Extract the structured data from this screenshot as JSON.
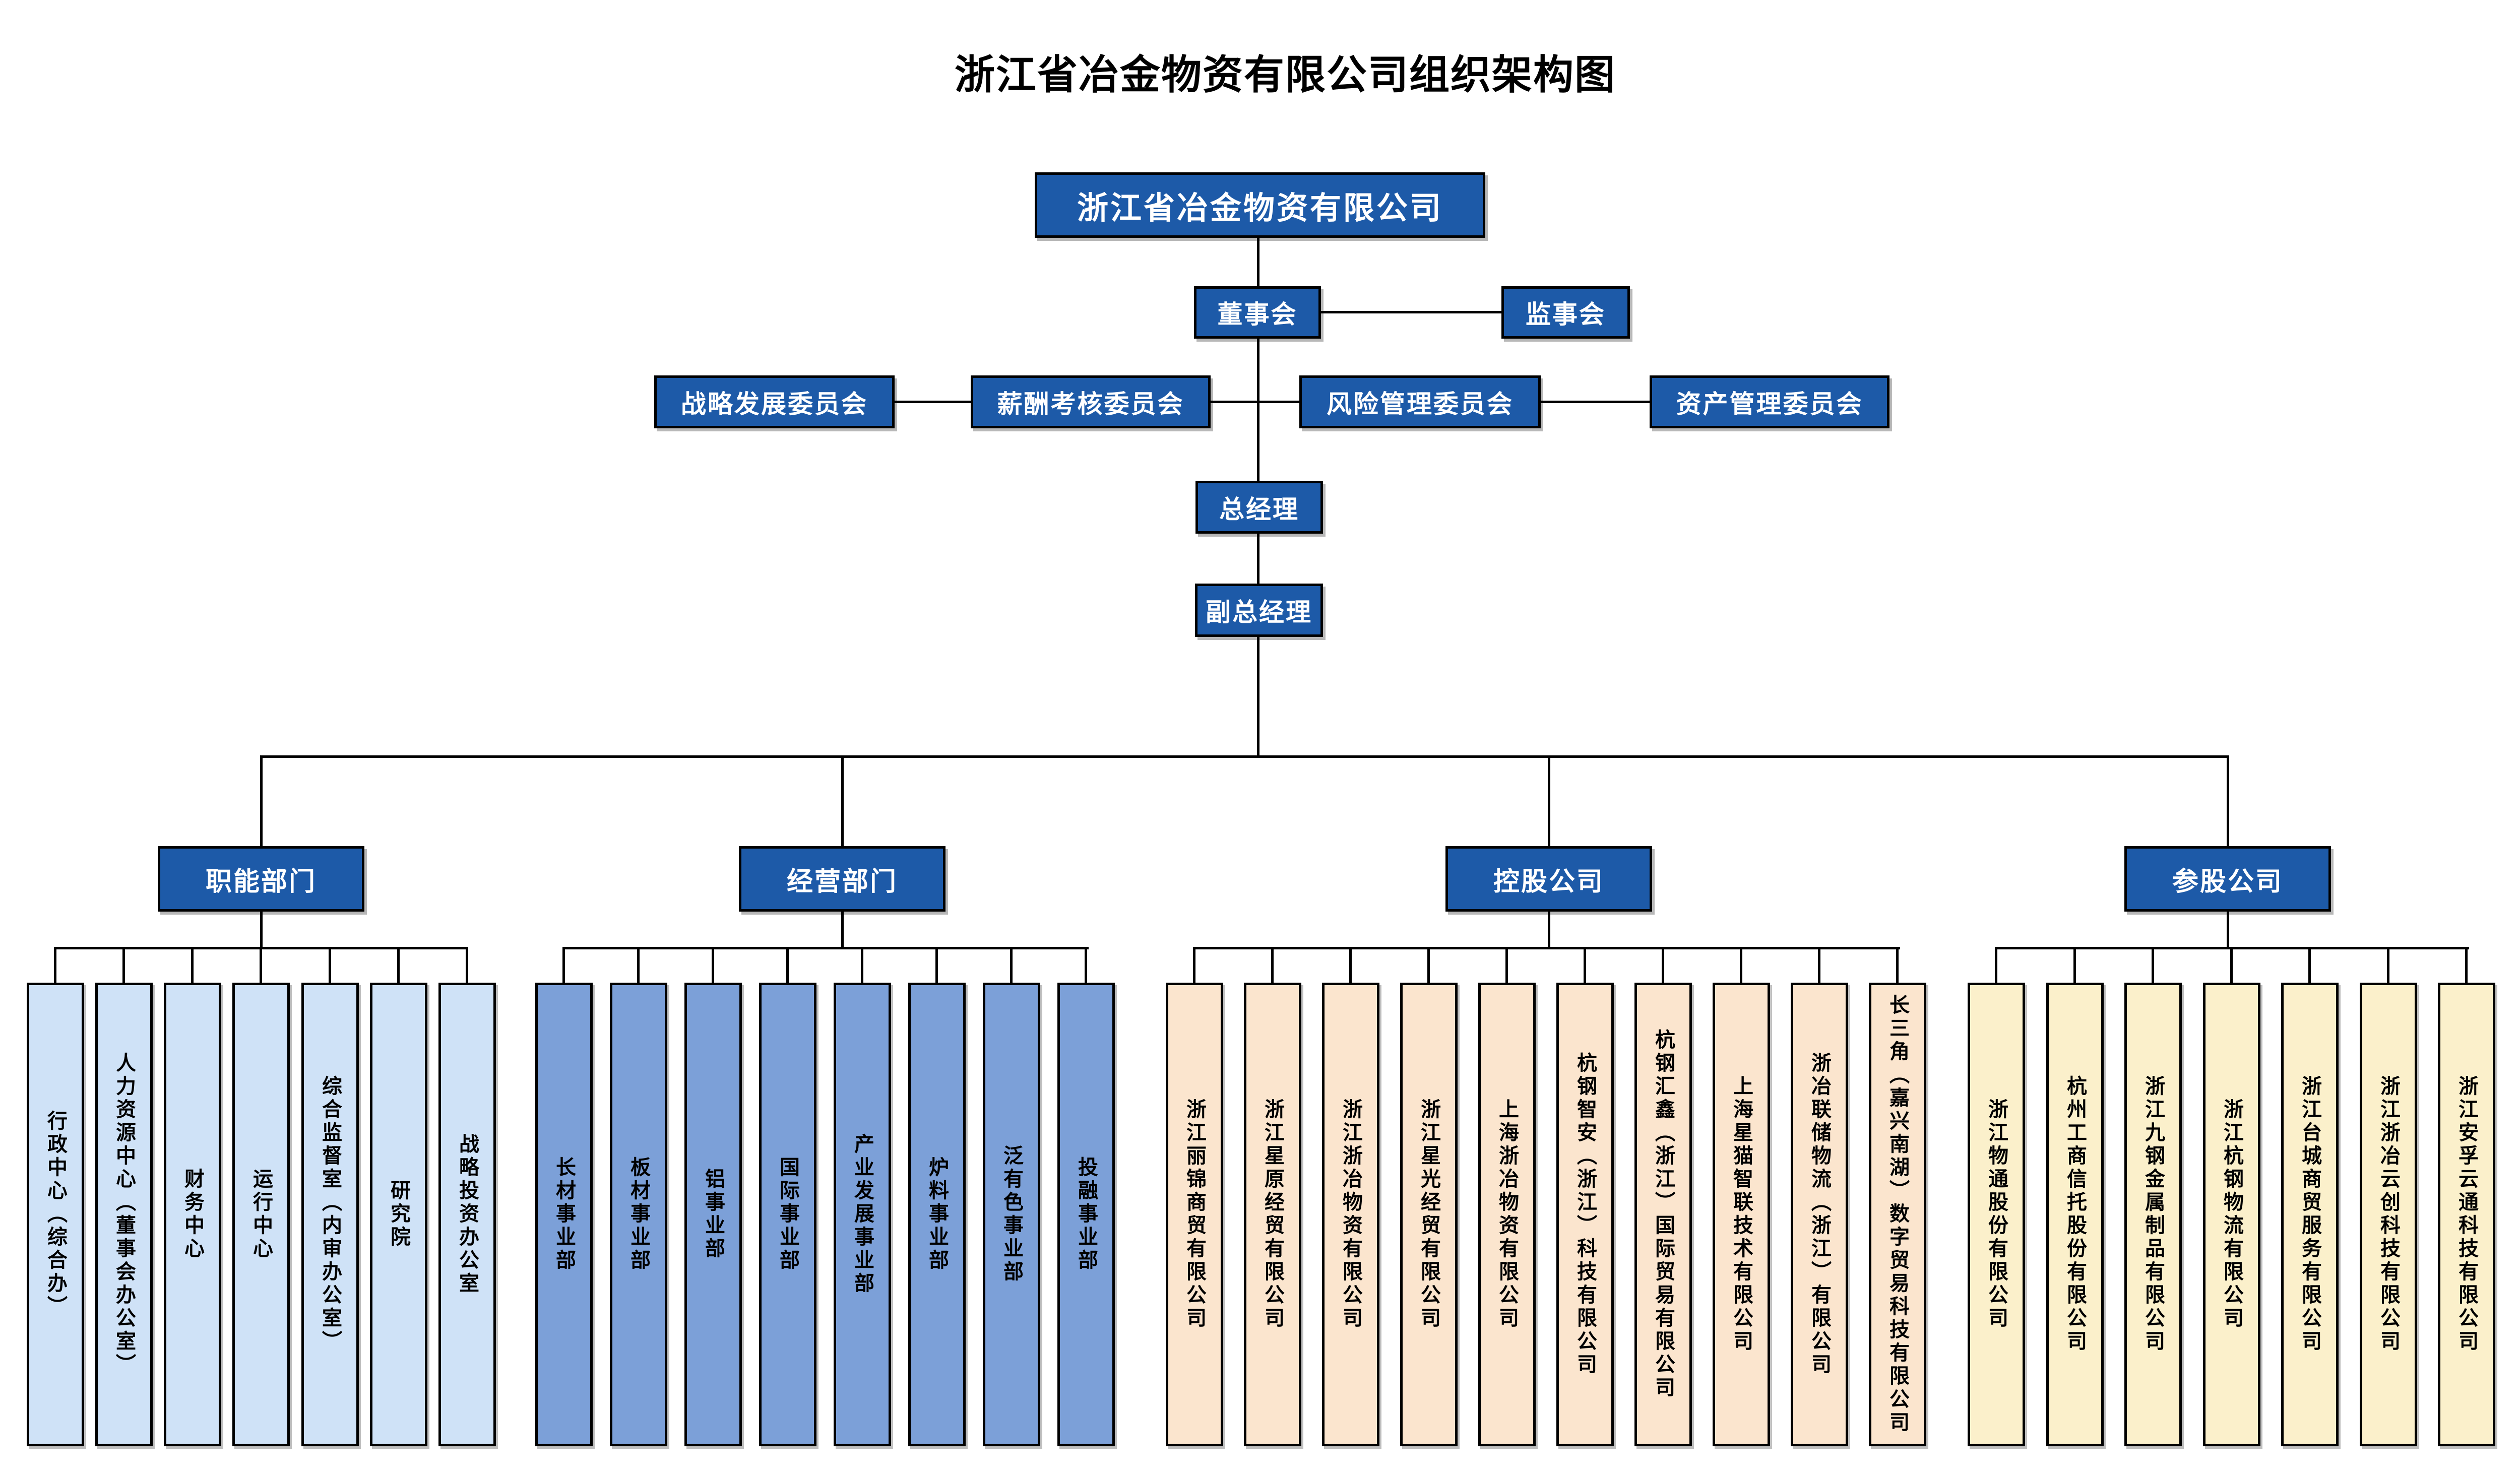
{
  "title": "浙江省冶金物资有限公司组织架构图",
  "root": {
    "label": "浙江省冶金物资有限公司"
  },
  "board": {
    "label": "董事会"
  },
  "supervisory": {
    "label": "监事会"
  },
  "committees": [
    {
      "label": "战略发展委员会"
    },
    {
      "label": "薪酬考核委员会"
    },
    {
      "label": "风险管理委员会"
    },
    {
      "label": "资产管理委员会"
    }
  ],
  "general_manager": {
    "label": "总经理"
  },
  "deputy_general_manager": {
    "label": "副总经理"
  },
  "branches": [
    {
      "label": "职能部门",
      "children": [
        "行政中心（综合办）",
        "人力资源中心（董事会办公室）",
        "财务中心",
        "运行中心",
        "综合监督室（内审办公室）",
        "研究院",
        "战略投资办公室"
      ]
    },
    {
      "label": "经营部门",
      "children": [
        "长材事业部",
        "板材事业部",
        "铝事业部",
        "国际事业部",
        "产业发展事业部",
        "炉料事业部",
        "泛有色事业部",
        "投融事业部"
      ]
    },
    {
      "label": "控股公司",
      "children": [
        "浙江丽锦商贸有限公司",
        "浙江星原经贸有限公司",
        "浙江浙冶物资有限公司",
        "浙江星光经贸有限公司",
        "上海浙冶物资有限公司",
        "杭钢智安（浙江）科技有限公司",
        "杭钢汇鑫（浙江）国际贸易有限公司",
        "上海星猫智联技术有限公司",
        "浙冶联储物流（浙江）有限公司",
        "长三角（嘉兴南湖）数字贸易科技有限公司"
      ]
    },
    {
      "label": "参股公司",
      "children": [
        "浙江物通股份有限公司",
        "杭州工商信托股份有限公司",
        "浙江九钢金属制品有限公司",
        "浙江杭钢物流有限公司",
        "浙江台城商贸服务有限公司",
        "浙江浙冶云创科技有限公司",
        "浙江安孚云通科技有限公司"
      ]
    }
  ],
  "colors": {
    "node_fill": "#1D5AA8",
    "node_text": "#FFFFFF",
    "functional_fill": "#CFE2F7",
    "business_fill": "#7CA0D8",
    "holding_fill": "#FBE5CE",
    "minority_fill": "#FBF0CB",
    "connector": "#000000"
  }
}
